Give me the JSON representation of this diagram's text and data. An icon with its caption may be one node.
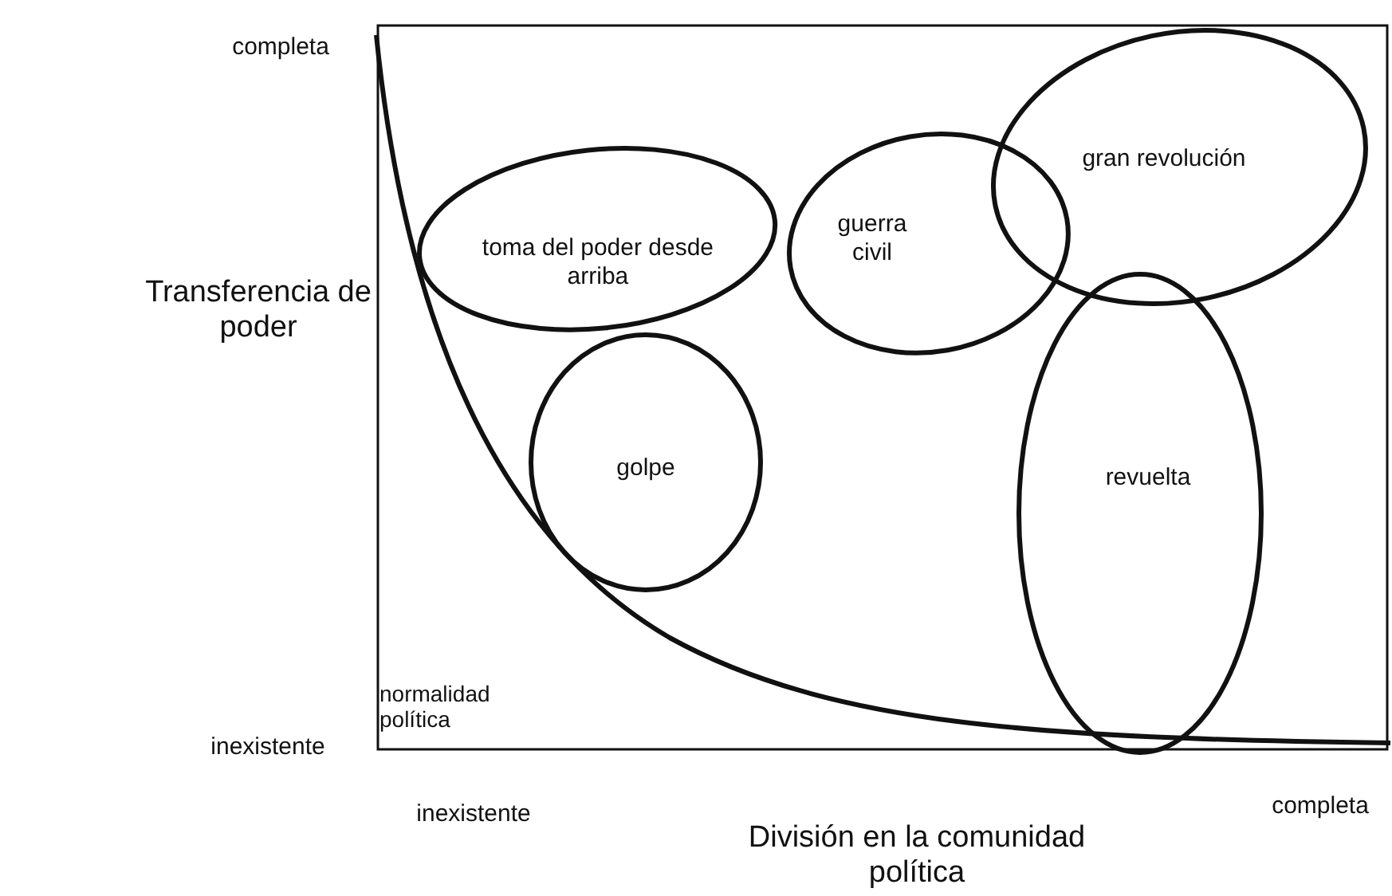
{
  "diagram": {
    "nodes": [
      {
        "text": [
          "toma del poder desde arriba"
        ]
      },
      {
        "text": [
          "golpe"
        ]
      },
      {
        "text": [
          "guerra civil"
        ]
      },
      {
        "text": [
          "gran revolución"
        ]
      },
      {
        "text": [
          "revuelta"
        ]
      }
    ],
    "labels": [
      "completa",
      "Transferencia de poder",
      "inexistente",
      "normalidad política",
      "inexistente",
      "completa",
      "División en la comunidad política"
    ]
  }
}
